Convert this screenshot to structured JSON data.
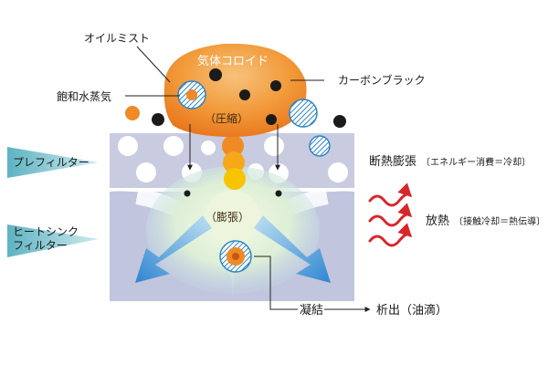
{
  "labels": {
    "oil_mist": "オイルミスト",
    "gas_colloid": "気体コロイド",
    "saturated_vapor": "飽和水蒸気",
    "carbon_black": "カーボンブラック",
    "compression": "（圧縮）",
    "prefilter": "プレフィルター",
    "adiabatic_main": "断熱膨張",
    "adiabatic_note": "〔エネルギー消費＝冷却〕",
    "expansion": "（膨張）",
    "heatsink_line1": "ヒートシンク",
    "heatsink_line2": "フィルター",
    "heat_release_main": "放熱",
    "heat_release_note": "〔接触冷却＝熱伝導〕",
    "condensation": "凝結",
    "precipitation": "析出（油滴）"
  },
  "icons": {
    "heat_wave": "heat-wave-arrow-icon",
    "flow_arrow": "flow-arrow-icon"
  },
  "colors": {
    "colloid_orange": "#F08A24",
    "filter_gray": "#C9CBE0",
    "flow_blue": "#3D8FD6",
    "heat_red": "#D8262B",
    "triangle_teal": "#7FC4CF",
    "dark_particle": "#1b1b1b",
    "yellow_stream": "#F7C400"
  }
}
